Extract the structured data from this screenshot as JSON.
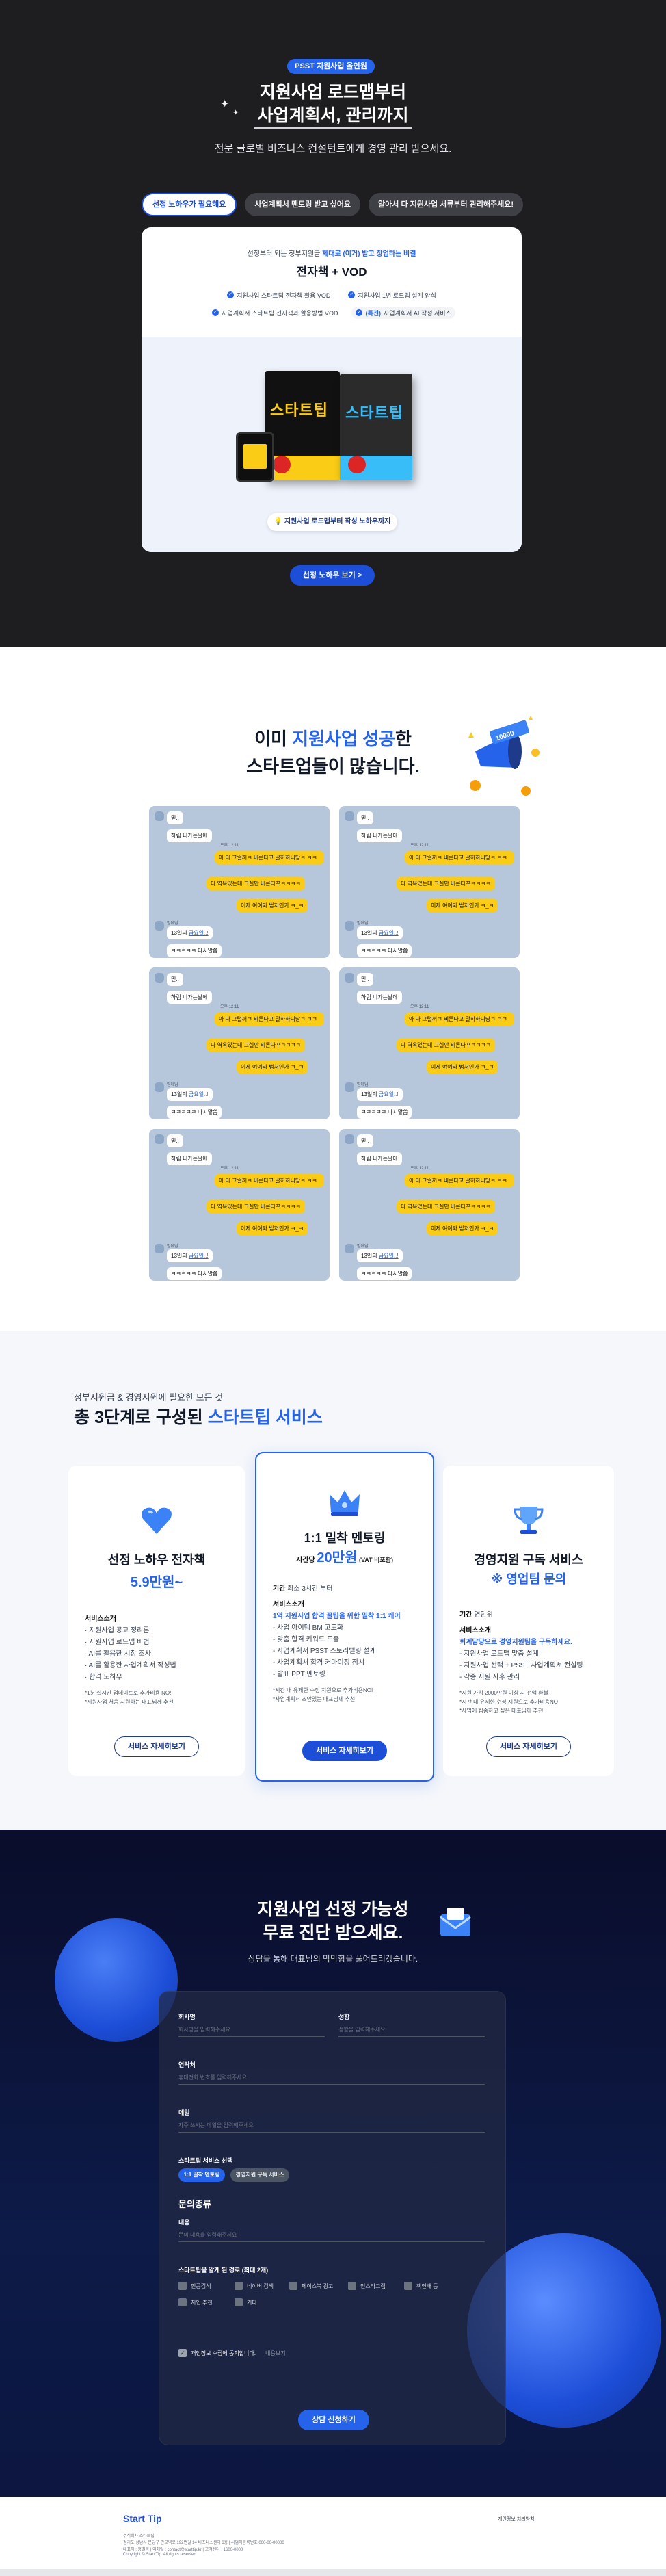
{
  "hero": {
    "badge": "PSST 지원사업 올인원",
    "title_line1": "지원사업 로드맵부터",
    "title_line2": "사업계획서, 관리까지",
    "subtitle": "전문 글로벌 비즈니스 컨설턴트에게 경영 관리 받으세요.",
    "tabs": [
      "선정 노하우가 필요해요",
      "사업계획서 멘토링 받고 싶어요",
      "알아서 다 지원사업 서류부터 관리해주세요!"
    ],
    "card": {
      "pre_text": "선정부터 되는 정부지원금 ",
      "pre_highlight": "제대로 (이거) 받고 창업하는 비결",
      "heading": "전자책 + VOD",
      "checks": [
        "지원사업 스타트팁 전자책 활용 VOD",
        "지원사업 1년 로드맵 설계 양식",
        "사업계획서 스타트팁 전자책과 활용방법 VOD"
      ],
      "check_last_prefix": "(특전) ",
      "check_last_text": "사업계획서 AI 작성 서비스",
      "book_title": "스타트팁",
      "note": "💡 지원사업 로드맵부터 작성 노하우까지"
    },
    "cta": "선정 노하우 보기 >"
  },
  "success": {
    "title_pre": "이미 ",
    "title_highlight": "지원사업 성공",
    "title_post": "한",
    "title_line2": "스타트업들이 많습니다.",
    "deco_label": "10000",
    "chat": {
      "name": "믿..",
      "greeting": "하림 니가는날에",
      "time1": "오후 12:11",
      "y1": "아 다 그럴꺼ㅋ 비론다고 말하하니당ㅋ ㅋㅋ",
      "y2": "다 역옥있는대 그실만 비론다꾸ㅋㅋㅋㅋ",
      "y3": "이제 여여와 법처인가 ㅋ_ㅋ",
      "sender": "믿에님",
      "amount": "13일의 ",
      "link": "금요일..!",
      "cut": "ㅋㅋㅋㅋㅋ 다시말씀"
    }
  },
  "services": {
    "pre": "정부지원금 & 경영지원에 필요한 모든 것",
    "title_pre": "총 3단계로 구성된 ",
    "title_highlight": "스타트팁 서비스",
    "cards": [
      {
        "name": "선정 노하우 전자책",
        "price": "5.9만원~",
        "intro": "서비스소개",
        "items": [
          "· 지원사업 공고 정리론",
          "· 지원사업 로드맵 비법",
          "· AI를 활용한 시장 조사",
          "· AI를 활용한 사업계획서 작성법",
          "· 합격 노하우"
        ],
        "notes": [
          "*1분 실시간 업데이트로 추가비용 NO!",
          "*지원사업 처음 지원하는 대표님께 추천"
        ],
        "button": "서비스 자세히보기"
      },
      {
        "name": "1:1 밀착 멘토링",
        "price_prefix": "시간당 ",
        "price": "20만원",
        "price_suffix": " (VAT 비포함)",
        "period_label": "기간",
        "period": "최소 3시간 부터",
        "intro": "서비스소개",
        "highlight": "1억 지원사업 합격 꿀팁을 위한 밀착 1:1 케어",
        "items": [
          "- 사업 아이템 BM 고도화",
          "- 맞춤 합격 키워드 도출",
          "- 사업계획서 PSST 스토리텔링 설계",
          "- 사업계획서 합격 커마이징 점시",
          "- 발표 PPT 멘토링"
        ],
        "notes": [
          "*시간 내 유제한 수정 지원으로 추가비용NO!",
          "*사업계획서 초안있는 대표님께 추천"
        ],
        "button": "서비스 자세히보기"
      },
      {
        "name": "경영지원 구독 서비스",
        "price": "※ 영업팀 문의",
        "period_label": "기간",
        "period": "연단위",
        "intro": "서비스소개",
        "highlight": "회계담당으로 경영지원팀을 구독하세요.",
        "items": [
          "- 지원사업 로드맵 맞춤 설계",
          "- 지원사업 선택 + PSST 사업계획서 컨설팅",
          "- 각종 지원 사후 관리"
        ],
        "notes": [
          "*지원 가치 2000만원 이상 시 전액 환불",
          "*시간 내 유제한 수정 지원으로 추가비용NO",
          "*사업에 집중하고 싶은 대표님께 추천"
        ],
        "button": "서비스 자세히보기"
      }
    ]
  },
  "form": {
    "title_line1": "지원사업 선정 가능성",
    "title_line2": "무료 진단 받으세요.",
    "subtitle": "상담을 통해 대표님의 막막함을 풀어드리겠습니다.",
    "company_label": "회사명",
    "company_placeholder": "회사명을 입력해주세요",
    "name_label": "성함",
    "name_placeholder": "성함을 입력해주세요",
    "phone_label": "연락처",
    "phone_placeholder": "휴대전화 번호를 입력해주세요",
    "email_label": "메일",
    "email_placeholder": "자주 쓰시는 메일을 입력해주세요",
    "service_label": "스타트팁 서비스 선택",
    "chips": [
      "1:1 밀착 멘토링",
      "경영지원 구독 서비스"
    ],
    "inquiry_title": "문의종류",
    "content_label": "내용",
    "content_placeholder": "문의 내용을 입력해주세요",
    "channel_label": "스타트팁을 알게 된 경로 (최대 2개)",
    "channels": [
      "인공검색",
      "네이버 검색",
      "페이스북 광고",
      "인스타그램",
      "책인쇄 등",
      "지인 추천",
      "기타"
    ],
    "consent_text": "개인정보 수집에 동의합니다.",
    "consent_link": "내용보기",
    "submit": "상담 신청하기"
  },
  "footer": {
    "logo": "Start Tip",
    "lines": [
      "주식회사 스타트팁",
      "경기도 성남시 분당구 판교역로 192번길 14 비즈니스센터 6층 | 사업자등록번호 000-00-00000",
      "대표자 : 홍길동 | 이메일 : contact@starttip.kr | 고객센터 : 1600-0000",
      "Copyright © Start Tip. All rights reserved."
    ],
    "privacy": "개인정보 처리방침"
  }
}
